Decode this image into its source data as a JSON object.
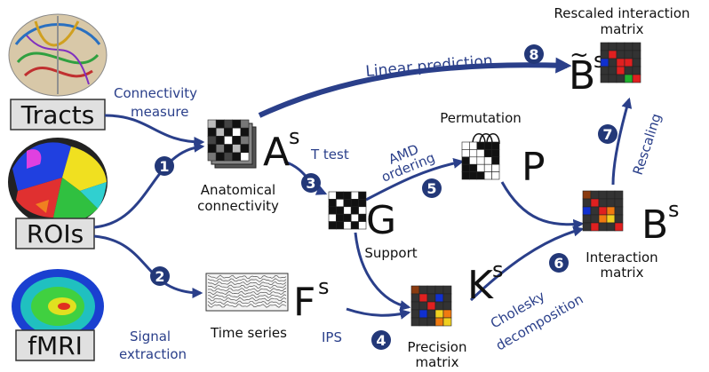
{
  "inputs": {
    "tracts_label": "Tracts",
    "rois_label": "ROIs",
    "fmri_label": "fMRI"
  },
  "edges": {
    "connectivity_measure_1": "Connectivity",
    "connectivity_measure_2": "measure",
    "linear_prediction": "Linear prediction",
    "t_test": "T test",
    "amd_1": "AMD",
    "amd_2": "ordering",
    "ips": "IPS",
    "signal_1": "Signal",
    "signal_2": "extraction",
    "cholesky_1": "Cholesky",
    "cholesky_2": "decomposition",
    "rescaling": "Rescaling"
  },
  "nodes": {
    "anatomical_symbol": "A",
    "anatomical_sup": "s",
    "anatomical_caption_1": "Anatomical",
    "anatomical_caption_2": "connectivity",
    "support_symbol": "G",
    "support_caption": "Support",
    "permutation_title": "Permutation",
    "permutation_symbol": "P",
    "timeseries_symbol": "F",
    "timeseries_sup": "s",
    "timeseries_caption": "Time series",
    "precision_symbol": "K",
    "precision_sup": "s",
    "precision_caption_1": "Precision",
    "precision_caption_2": "matrix",
    "interaction_symbol": "B",
    "interaction_sup": "s",
    "interaction_caption_1": "Interaction",
    "interaction_caption_2": "matrix",
    "rescaled_title_1": "Rescaled interaction",
    "rescaled_title_2": "matrix",
    "rescaled_symbol": "B",
    "rescaled_tilde": "~",
    "rescaled_sup": "s"
  },
  "steps": [
    "1",
    "2",
    "3",
    "4",
    "5",
    "6",
    "7",
    "8"
  ],
  "colors": {
    "arrow": "#2a3f8a",
    "step_badge": "#233878",
    "matrix_dark": "#111111",
    "matrix_gray": "#777777",
    "matrix_white": "#ffffff",
    "red": "#e02020",
    "blue": "#1030d0",
    "orange": "#f07a10",
    "yellow": "#f0d020",
    "green": "#20b030",
    "brown": "#8a3b10"
  }
}
